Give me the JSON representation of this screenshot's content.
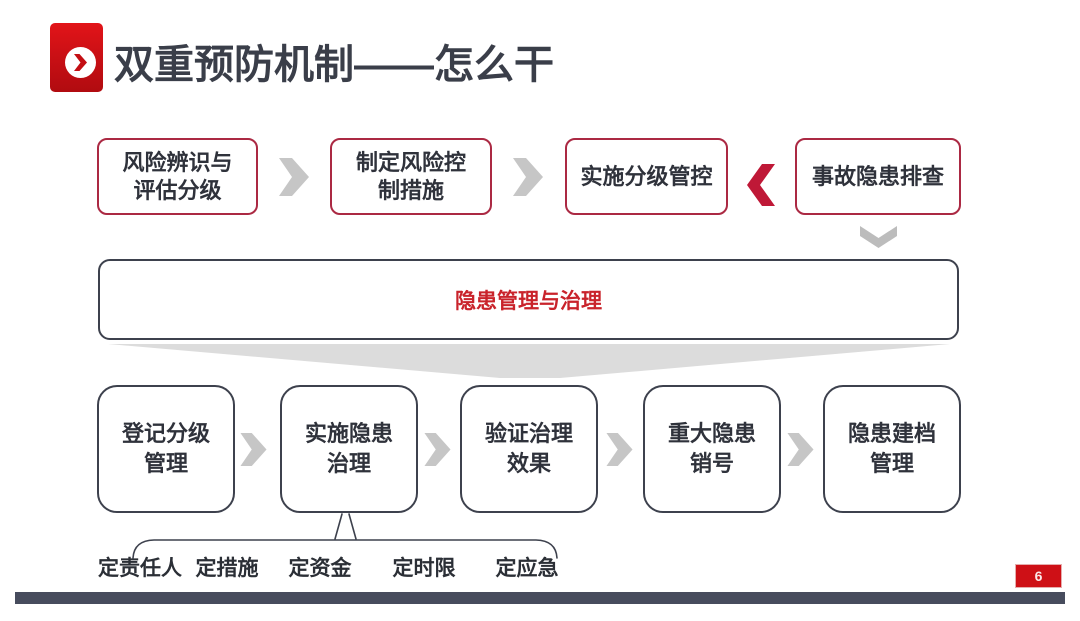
{
  "slide": {
    "title": "双重预防机制——怎么干",
    "page_number": "6"
  },
  "colors": {
    "accent_red_bright": "#ce1016",
    "box_border_red": "#ab2943",
    "box_border_dark": "#3d414d",
    "title_text": "#3a3e49",
    "banner_text_red": "#c9232b",
    "chevron_gray": "#c6c6c6",
    "chevron_red": "#bf1837",
    "funnel_gray": "#dcdcdc",
    "footer_bar": "#474c5d"
  },
  "icons": {
    "title_marker": "chevron-right-icon",
    "flow_forward": "chevron-right-icon",
    "flow_backward": "chevron-left-icon",
    "flow_down": "chevron-down-icon"
  },
  "top_flow": {
    "boxes": [
      {
        "label": "风险辨识与\n评估分级"
      },
      {
        "label": "制定风险控\n制措施"
      },
      {
        "label": "实施分级管控"
      },
      {
        "label": "事故隐患排查"
      }
    ]
  },
  "banner": {
    "label": "隐患管理与治理"
  },
  "bottom_flow": {
    "boxes": [
      {
        "label": "登记分级\n管理"
      },
      {
        "label": "实施隐患\n治理"
      },
      {
        "label": "验证治理\n效果"
      },
      {
        "label": "重大隐患\n销号"
      },
      {
        "label": "隐患建档\n管理"
      }
    ]
  },
  "five_ding": {
    "items": [
      {
        "label": "定责任人"
      },
      {
        "label": "定措施"
      },
      {
        "label": "定资金"
      },
      {
        "label": "定时限"
      },
      {
        "label": "定应急"
      }
    ]
  }
}
